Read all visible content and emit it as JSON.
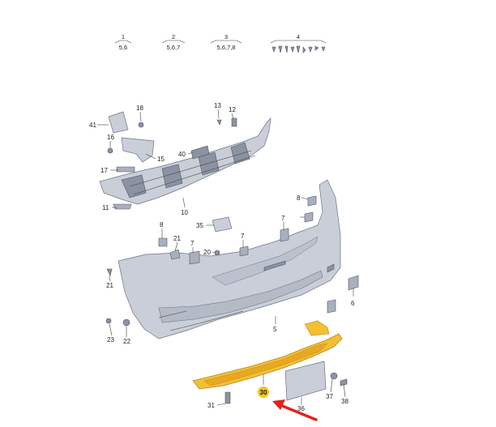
{
  "kits": [
    {
      "number": "1",
      "contents": "5,6"
    },
    {
      "number": "2",
      "contents": "5,6,7"
    },
    {
      "number": "3",
      "contents": "5,6,7,8"
    },
    {
      "number": "4",
      "contents": ""
    }
  ],
  "callouts": [
    "41",
    "18",
    "16",
    "15",
    "40",
    "17",
    "13",
    "12",
    "11",
    "10",
    "35",
    "8",
    "21",
    "7",
    "20",
    "7",
    "8",
    "7",
    "6",
    "21",
    "23",
    "22",
    "5",
    "30",
    "37",
    "38",
    "31",
    "36"
  ],
  "highlighted_part": "30",
  "colors": {
    "highlight_fill": "#f3bf33",
    "highlight_badge": "#f5c518",
    "arrow": "#e3211c",
    "part_fill": "#c9ced8"
  }
}
